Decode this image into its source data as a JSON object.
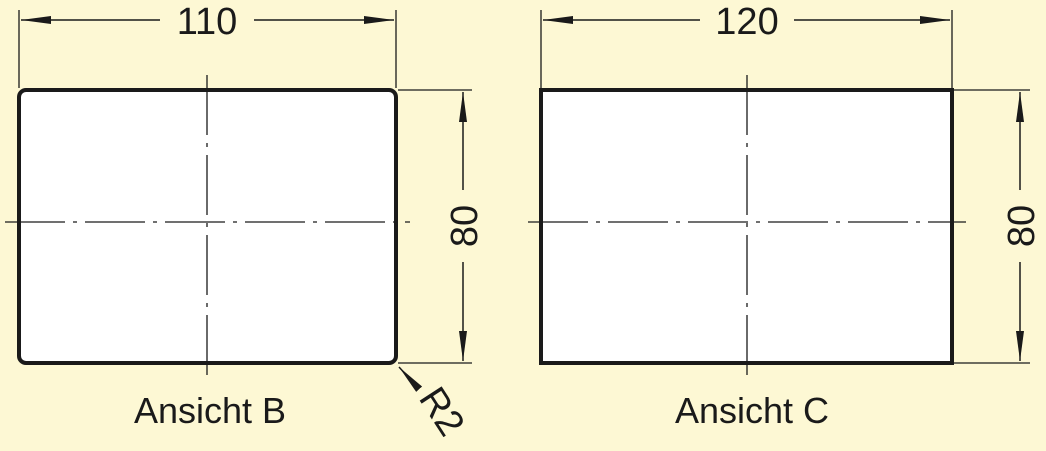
{
  "colors": {
    "background": "#fdf8d4",
    "line": "#1a1a1a",
    "face": "#ffffff"
  },
  "view_b": {
    "label": "Ansicht B",
    "width_dim": "110",
    "height_dim": "80",
    "radius_dim": "R2"
  },
  "view_c": {
    "label": "Ansicht C",
    "width_dim": "120",
    "height_dim": "80"
  }
}
